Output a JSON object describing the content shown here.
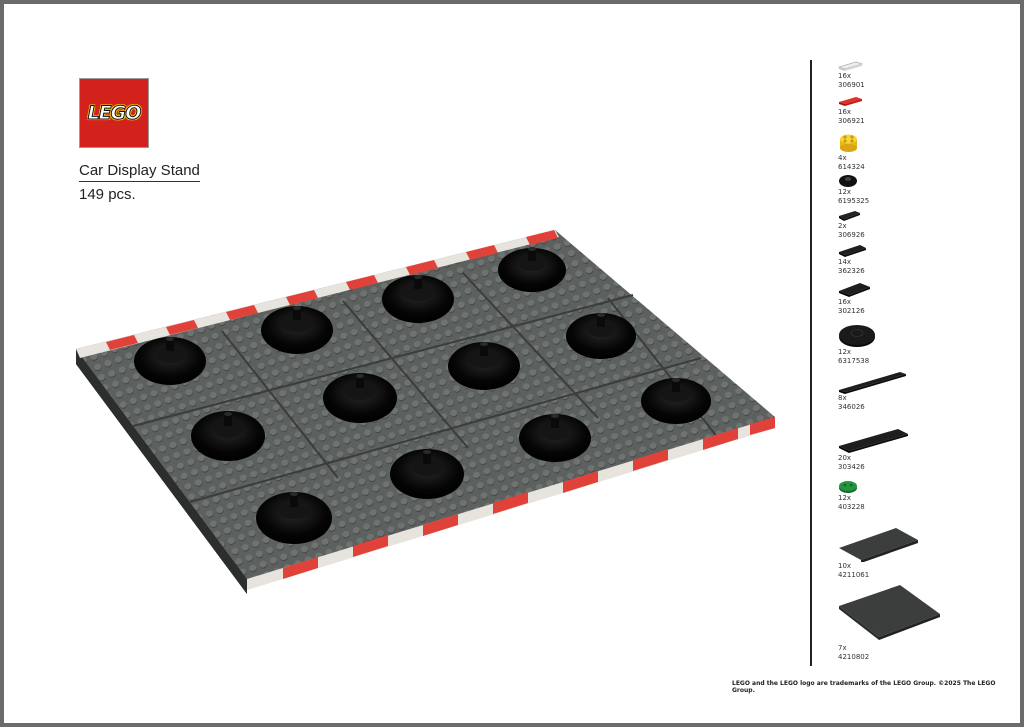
{
  "header": {
    "logo_text": "LEGO",
    "title": "Car Display Stand",
    "piece_count": "149 pcs."
  },
  "model": {
    "description": "Dark grey baseplate display stand with 12 black round dish pieces and red/white curb tiles",
    "colors": {
      "plate": "#5c605e",
      "stud": "#6a6e6c",
      "dish": "#0d0d0d",
      "curb_red": "#e0423a",
      "curb_white": "#e6e4dc",
      "base": "#111111"
    }
  },
  "inventory": [
    {
      "qty": "16x",
      "id": "306901",
      "icon": "white-tile-1x2",
      "color": "#e8e8e4"
    },
    {
      "qty": "16x",
      "id": "306921",
      "icon": "red-tile-1x2",
      "color": "#d3211c"
    },
    {
      "qty": "4x",
      "id": "614324",
      "icon": "yellow-round-brick-2x2",
      "color": "#f5cd2f"
    },
    {
      "qty": "12x",
      "id": "6195325",
      "icon": "black-round-dish-2x2",
      "color": "#111111"
    },
    {
      "qty": "2x",
      "id": "306926",
      "icon": "black-tile-1x2",
      "color": "#111111"
    },
    {
      "qty": "14x",
      "id": "362326",
      "icon": "black-plate-2x3",
      "color": "#111111"
    },
    {
      "qty": "16x",
      "id": "302126",
      "icon": "black-plate-2x3",
      "color": "#111111"
    },
    {
      "qty": "12x",
      "id": "6317538",
      "icon": "black-round-plate-4x4",
      "color": "#111111"
    },
    {
      "qty": "8x",
      "id": "346026",
      "icon": "black-plate-1x8",
      "color": "#111111"
    },
    {
      "qty": "20x",
      "id": "303426",
      "icon": "black-plate-2x8",
      "color": "#111111"
    },
    {
      "qty": "12x",
      "id": "403228",
      "icon": "green-round-plate-2x2",
      "color": "#1e8a3a"
    },
    {
      "qty": "10x",
      "id": "4211061",
      "icon": "dark-grey-plate-4x8",
      "color": "#3b3e3d"
    },
    {
      "qty": "7x",
      "id": "4210802",
      "icon": "dark-grey-plate-8x8",
      "color": "#3b3e3d"
    }
  ],
  "footer": {
    "legal": "LEGO and the LEGO logo are trademarks of the LEGO Group. ©2025 The LEGO Group."
  }
}
